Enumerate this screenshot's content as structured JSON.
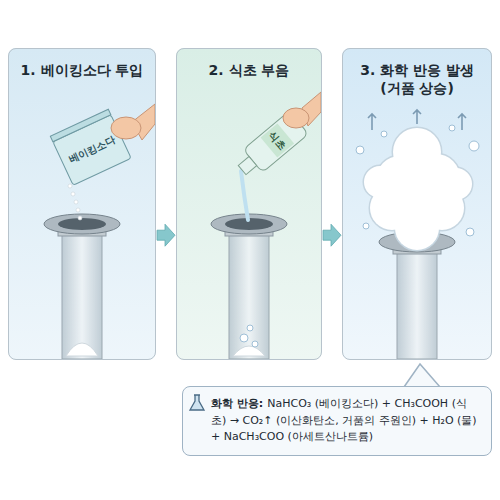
{
  "diagram": {
    "nodes": [
      {
        "text": [
          "1. 베이킹소다 투입"
        ]
      },
      {
        "text": [
          "2. 식초 부음"
        ]
      },
      {
        "text": [
          "3. 화학 반응 발생 (거품 상승)"
        ]
      },
      {
        "text": [
          "화학 반응:",
          "NaHCO₃ (베이킹소다) + CH₃COOH (식초) → CO₂↑ (이산화탄소, 거품의 주원인) + H₂O (물) + NaCH₃COO (아세트산나트륨)"
        ]
      }
    ],
    "edges": [
      {
        "from": 0,
        "to": 1,
        "arrow": "to"
      },
      {
        "from": 1,
        "to": 2,
        "arrow": "to"
      }
    ],
    "labels": [
      "베이킹소다",
      "식초"
    ]
  }
}
